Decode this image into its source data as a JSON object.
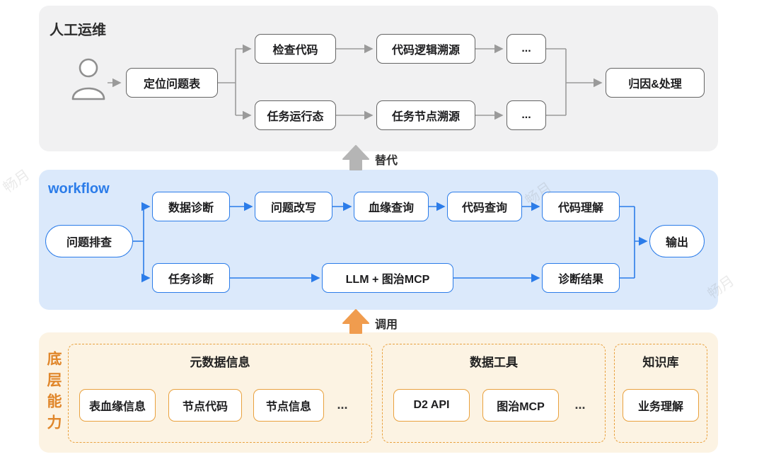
{
  "watermark": "畅月",
  "manual": {
    "title": "人工运维",
    "locate": "定位问题表",
    "check_code": "检查代码",
    "code_trace": "代码逻辑溯源",
    "more_top": "...",
    "task_state": "任务运行态",
    "task_trace": "任务节点溯源",
    "more_bottom": "...",
    "result": "归因&处理"
  },
  "workflow": {
    "title": "workflow",
    "start": "问题排查",
    "data_diagnosis": "数据诊断",
    "rewrite": "问题改写",
    "lineage_query": "血缘查询",
    "code_query": "代码查询",
    "code_understanding": "代码理解",
    "task_diagnosis": "任务诊断",
    "llm_mcp": "LLM + 图治MCP",
    "diagnosis_result": "诊断结果",
    "output": "输出"
  },
  "base": {
    "title": "底层能力",
    "groups": [
      {
        "title": "元数据信息",
        "items": [
          "表血缘信息",
          "节点代码",
          "节点信息"
        ],
        "more": "..."
      },
      {
        "title": "数据工具",
        "items": [
          "D2 API",
          "图治MCP"
        ],
        "more": "..."
      },
      {
        "title": "知识库",
        "items": [
          "业务理解"
        ]
      }
    ]
  },
  "arrows": {
    "replace": "替代",
    "invoke": "调用"
  },
  "colors": {
    "manual_bg": "#F1F1F2",
    "workflow_bg": "#DBE9FB",
    "base_bg": "#FCF3E3",
    "blue": "#2B7CE9",
    "orange": "#E9A13E",
    "gray": "#9A9A9A"
  }
}
